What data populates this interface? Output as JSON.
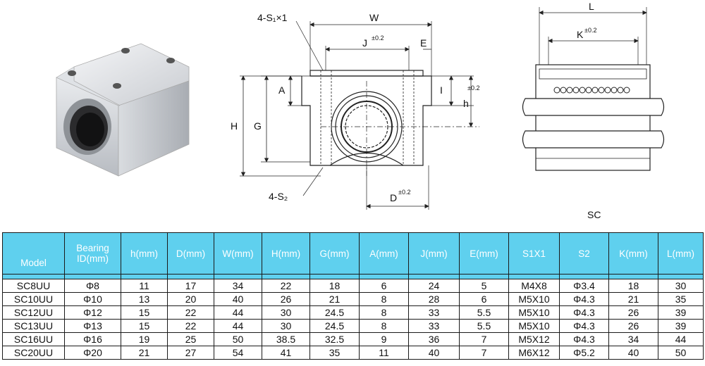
{
  "drawing": {
    "label_s1": "4-S₁×1",
    "label_s2": "4-S₂",
    "label_w": "W",
    "label_j": "J",
    "label_j_tol": "±0.2",
    "label_e": "E",
    "label_a": "A",
    "label_h_cap": "H",
    "label_g": "G",
    "label_i": "I",
    "label_h_low": "h",
    "label_h_tol": "±0.2",
    "label_d": "D",
    "label_d_tol": "±0.2",
    "label_l": "L",
    "label_k": "K",
    "label_k_tol": "±0.2",
    "caption": "SC"
  },
  "table": {
    "headers": [
      "Model",
      "Bearing ID(mm)",
      "h(mm)",
      "D(mm)",
      "W(mm)",
      "H(mm)",
      "G(mm)",
      "A(mm)",
      "J(mm)",
      "E(mm)",
      "S1X1",
      "S2",
      "K(mm)",
      "L(mm)"
    ],
    "rows": [
      [
        "SC8UU",
        "Φ8",
        "11",
        "17",
        "34",
        "22",
        "18",
        "6",
        "24",
        "5",
        "M4X8",
        "Φ3.4",
        "18",
        "30"
      ],
      [
        "SC10UU",
        "Φ10",
        "13",
        "20",
        "40",
        "26",
        "21",
        "8",
        "28",
        "6",
        "M5X10",
        "Φ4.3",
        "21",
        "35"
      ],
      [
        "SC12UU",
        "Φ12",
        "15",
        "22",
        "44",
        "30",
        "24.5",
        "8",
        "33",
        "5.5",
        "M5X10",
        "Φ4.3",
        "26",
        "39"
      ],
      [
        "SC13UU",
        "Φ13",
        "15",
        "22",
        "44",
        "30",
        "24.5",
        "8",
        "33",
        "5.5",
        "M5X10",
        "Φ4.3",
        "26",
        "39"
      ],
      [
        "SC16UU",
        "Φ16",
        "19",
        "25",
        "50",
        "38.5",
        "32.5",
        "9",
        "36",
        "7",
        "M5X12",
        "Φ4.3",
        "34",
        "44"
      ],
      [
        "SC20UU",
        "Φ20",
        "21",
        "27",
        "54",
        "41",
        "35",
        "11",
        "40",
        "7",
        "M6X12",
        "Φ5.2",
        "40",
        "50"
      ]
    ]
  },
  "colors": {
    "header_bg": "#5fd0ee",
    "header_text": "#ffffff",
    "line": "#1a1a1a"
  }
}
